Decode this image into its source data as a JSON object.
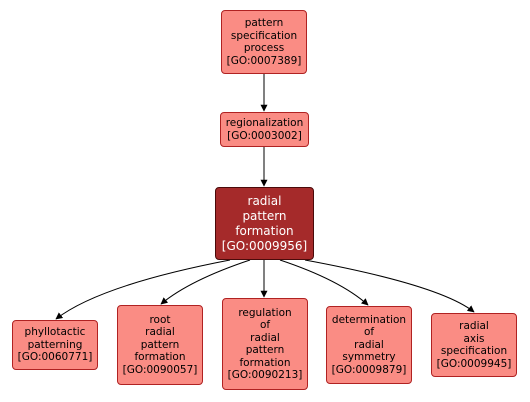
{
  "colors": {
    "node_fill": "#fa8c84",
    "node_border": "#b02222",
    "focus_fill": "#a52a2a",
    "focus_text": "#ffffff",
    "edge": "#000000"
  },
  "nodes": {
    "pattern_specification": {
      "label": "pattern\nspecification\nprocess\n[GO:0007389]"
    },
    "regionalization": {
      "label": "regionalization\n[GO:0003002]"
    },
    "radial_pattern_formation": {
      "label": "radial\npattern\nformation\n[GO:0009956]"
    },
    "phyllotactic_patterning": {
      "label": "phyllotactic\npatterning\n[GO:0060771]"
    },
    "root_radial_pattern_formation": {
      "label": "root\nradial\npattern\nformation\n[GO:0090057]"
    },
    "regulation_radial_pattern_formation": {
      "label": "regulation\nof\nradial\npattern\nformation\n[GO:0090213]"
    },
    "determination_radial_symmetry": {
      "label": "determination\nof\nradial\nsymmetry\n[GO:0009879]"
    },
    "radial_axis_specification": {
      "label": "radial\naxis\nspecification\n[GO:0009945]"
    }
  }
}
